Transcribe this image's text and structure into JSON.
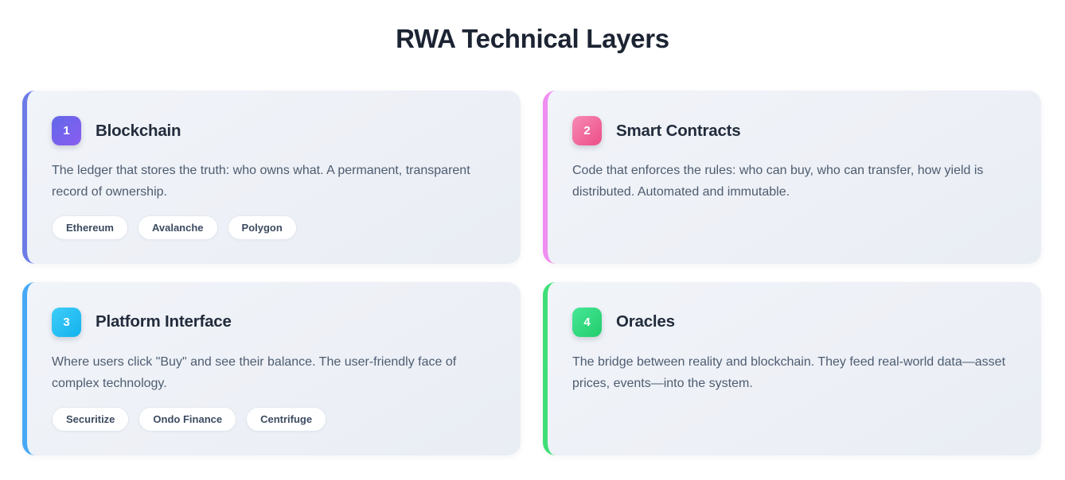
{
  "page": {
    "title": "RWA Technical Layers"
  },
  "cards": [
    {
      "number": "1",
      "title": "Blockchain",
      "description": "The ledger that stores the truth: who owns what. A permanent, transparent record of ownership.",
      "tags": [
        "Ethereum",
        "Avalanche",
        "Polygon"
      ],
      "accent": "#6d7ce6",
      "badge_gradient_start": "#6168e9",
      "badge_gradient_end": "#8a5cf0"
    },
    {
      "number": "2",
      "title": "Smart Contracts",
      "description": "Code that enforces the rules: who can buy, who can transfer, how yield is distributed. Automated and immutable.",
      "tags": [],
      "accent": "#ef8df1",
      "badge_gradient_start": "#f78bb6",
      "badge_gradient_end": "#ec4d85"
    },
    {
      "number": "3",
      "title": "Platform Interface",
      "description": "Where users click \"Buy\" and see their balance. The user-friendly face of complex technology.",
      "tags": [
        "Securitize",
        "Ondo Finance",
        "Centrifuge"
      ],
      "accent": "#47a9f6",
      "badge_gradient_start": "#40cdf8",
      "badge_gradient_end": "#12b2ee"
    },
    {
      "number": "4",
      "title": "Oracles",
      "description": "The bridge between reality and blockchain. They feed real-world data—asset prices, events—into the system.",
      "tags": [],
      "accent": "#3fdf76",
      "badge_gradient_start": "#46e698",
      "badge_gradient_end": "#23ce6b"
    }
  ]
}
